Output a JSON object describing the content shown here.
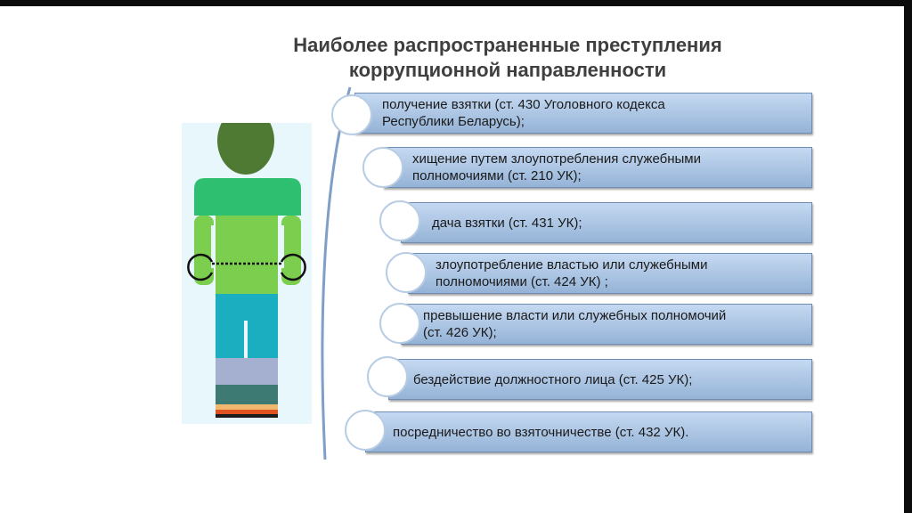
{
  "title": {
    "line1": "Наиболее распространенные преступления",
    "line2": "коррупционной направленности"
  },
  "items": [
    {
      "text": "получение взятки (ст. 430 Уголовного кодекса\n Республики Беларусь);"
    },
    {
      "text": "хищение путем злоупотребления служебными\nполномочиями (ст. 210 УК);"
    },
    {
      "text": "дача взятки (ст. 431 УК);"
    },
    {
      "text": "злоупотребление властью или служебными\nполномочиями (ст. 424 УК) ;"
    },
    {
      "text": "превышение власти или служебных полномочий\n(ст. 426 УК);"
    },
    {
      "text": "бездействие должностного лица (ст. 425 УК);"
    },
    {
      "text": "посредничество во взяточничестве (ст. 432 УК)."
    }
  ],
  "colors": {
    "box_top": "#c5d9f1",
    "box_bottom": "#95b3d7",
    "box_border": "#6f8cb3",
    "bubble_border": "#b8cce4",
    "arc": "#7f9fc7",
    "figure_head": "#4f7a33",
    "figure_shoulders": "#2fbf71",
    "figure_torso": "#7ccf4e",
    "figure_legs": "#1aaec0",
    "figure_shins": "#a5afd0",
    "figure_boots": "#3d7a73",
    "figure_bg": "#e8f7fb",
    "handcuffs": "#111111"
  },
  "icons": {
    "figure": "person-in-handcuffs-icon",
    "bubble": "circle-bullet-icon"
  }
}
